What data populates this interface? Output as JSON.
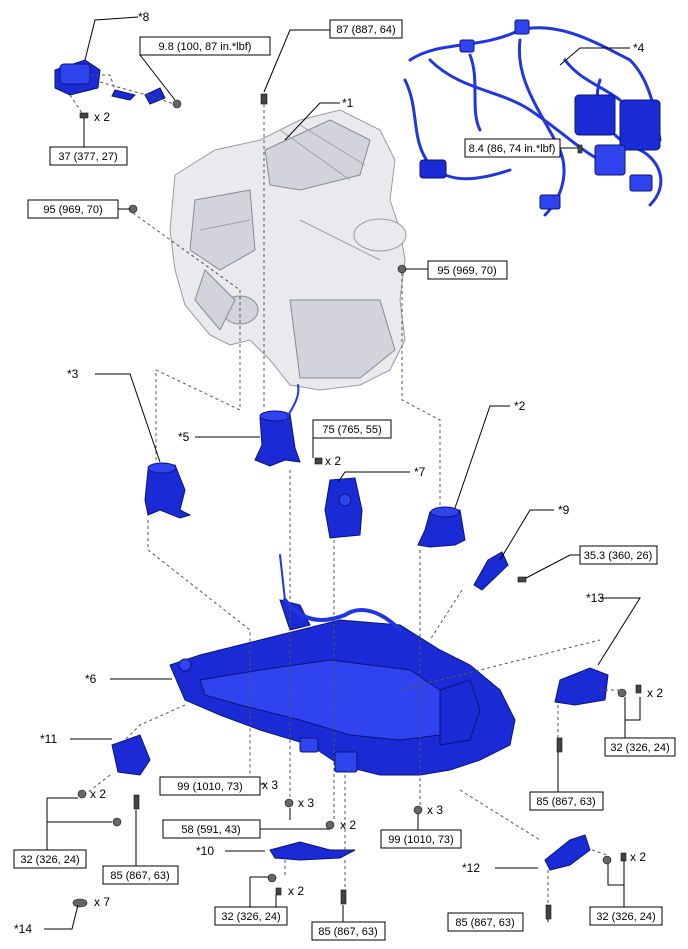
{
  "callouts": {
    "c1": "*1",
    "c2": "*2",
    "c3": "*3",
    "c4": "*4",
    "c5": "*5",
    "c6": "*6",
    "c7": "*7",
    "c8": "*8",
    "c9": "*9",
    "c10": "*10",
    "c11": "*11",
    "c12": "*12",
    "c13": "*13",
    "c14": "*14"
  },
  "torques": {
    "t_8_bracket": "9.8 (100, 87 in.*lbf)",
    "t_8_bolt": "37 (377, 27)",
    "t_top_bolt": "87 (887, 64)",
    "t_harness": "8.4 (86, 74 in.*lbf)",
    "t_nut_left": "95 (969, 70)",
    "t_nut_right": "95 (969, 70)",
    "t_mount_7": "75 (765, 55)",
    "t_bolt_9": "35.3 (360, 26)",
    "t_13_bolts": "32 (326, 24)",
    "t_13_bolt_long": "85 (867, 63)",
    "t_frame_left": "99 (1010, 73)",
    "t_frame_mid": "58 (591, 43)",
    "t_frame_right": "99 (1010, 73)",
    "t_11_bolts": "32 (326, 24)",
    "t_11_bolt_long": "85 (867, 63)",
    "t_10_bolts": "32 (326, 24)",
    "t_10_bolt_long": "85 (867, 63)",
    "t_12_bolt_long": "85 (867, 63)",
    "t_12_bolts": "32 (326, 24)"
  },
  "quantities": {
    "q_8": "x 2",
    "q_7": "x 2",
    "q_13": "x 2",
    "q_frame_left": "x 3",
    "q_frame_mid": "x 3",
    "q_frame_mid2": "x 2",
    "q_frame_right": "x 3",
    "q_11": "x 2",
    "q_10": "x 2",
    "q_12": "x 2",
    "q_14": "x 7"
  },
  "colors": {
    "part_blue": "#1a2bd6",
    "engine_grey": "#e9e9ee",
    "line": "#000000"
  }
}
